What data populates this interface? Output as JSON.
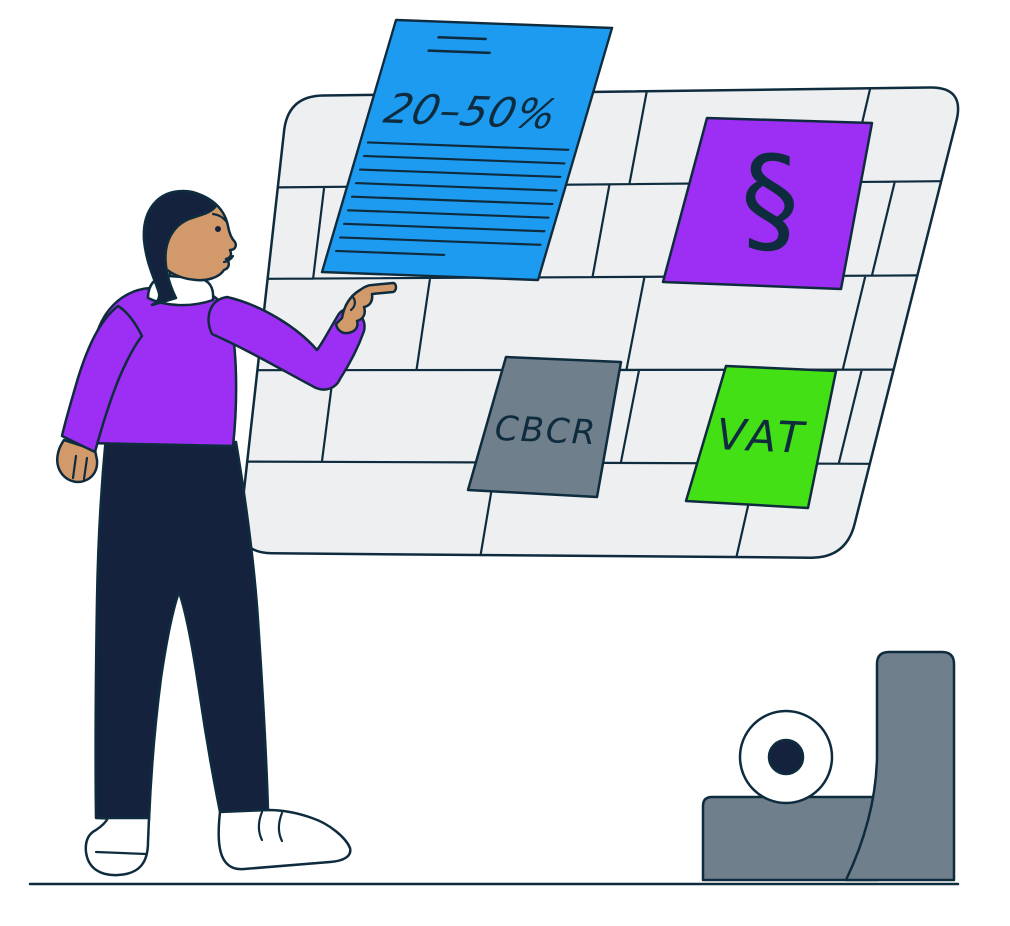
{
  "labels": {
    "range": "20–50%",
    "section": "§",
    "cbcr": "CBCR",
    "vat": "VAT"
  },
  "colors": {
    "document_blue": "#1d9bf0",
    "card_purple": "#9c2ff3",
    "card_green": "#43e015",
    "card_gray": "#6f7f8c",
    "board_fill": "#edeff0",
    "outline_navy": "#0f2c3f",
    "skin_tan": "#d2996a",
    "dark_navy": "#15223e",
    "white": "#ffffff"
  }
}
